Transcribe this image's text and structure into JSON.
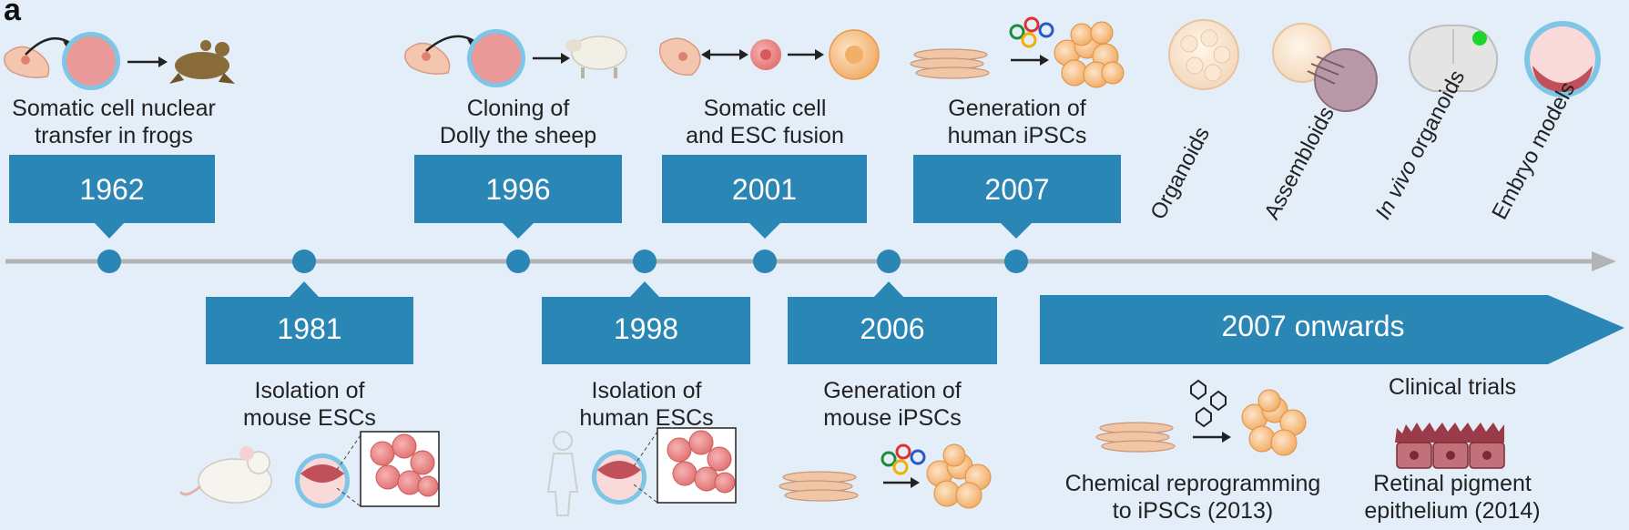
{
  "panel_label": "a",
  "events_top": [
    {
      "year": "1962",
      "caption_lines": [
        "Somatic cell nuclear",
        "transfer in frogs"
      ]
    },
    {
      "year": "1996",
      "caption_lines": [
        "Cloning of",
        "Dolly the sheep"
      ]
    },
    {
      "year": "2001",
      "caption_lines": [
        "Somatic cell",
        "and ESC fusion"
      ]
    },
    {
      "year": "2007",
      "caption_lines": [
        "Generation of",
        "human iPSCs"
      ]
    }
  ],
  "events_bottom": [
    {
      "year": "1981",
      "caption_lines": [
        "Isolation of",
        "mouse ESCs"
      ]
    },
    {
      "year": "1998",
      "caption_lines": [
        "Isolation of",
        "human ESCs"
      ]
    },
    {
      "year": "2006",
      "caption_lines": [
        "Generation of",
        "mouse iPSCs"
      ]
    }
  ],
  "onwards": {
    "label": "2007 onwards",
    "models": [
      {
        "label": "Organoids"
      },
      {
        "label_italic": "In vivo",
        "label": " organoids"
      },
      {
        "label": "Assembloids"
      },
      {
        "label": "Embryo models"
      }
    ],
    "chemical": {
      "caption_lines": [
        "Chemical reprogramming",
        "to iPSCs (2013)"
      ]
    },
    "clinical": {
      "title": "Clinical trials",
      "caption_lines": [
        "Retinal pigment",
        "epithelium (2014)"
      ]
    }
  },
  "colors": {
    "banner": "#2a86b4",
    "axis": "#b3b3b3",
    "dot": "#2a86b4",
    "background": "#e3eef9"
  }
}
